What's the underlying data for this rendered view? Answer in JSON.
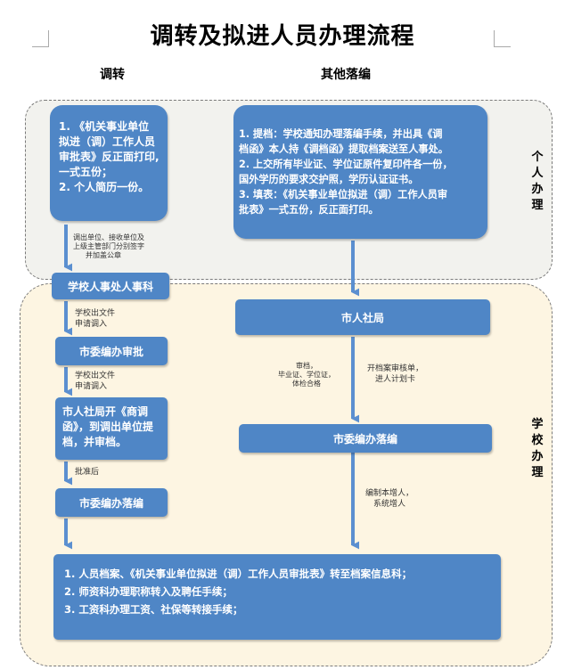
{
  "title": "调转及拟进人员办理流程",
  "columns": {
    "left": "调转",
    "right": "其他落编"
  },
  "regions": {
    "personal": "个人办理",
    "school": "学校办理"
  },
  "boxes": {
    "left_personal": [
      "1. 《机关事业单位",
      "拟进（调）工作人员",
      "审批表》反正面打印,",
      "一式五份；",
      "2. 个人简历一份。"
    ],
    "right_personal": [
      "1. 提档：学校通知办理落编手续，并出具《调",
      "档函》本人持《调档函》提取档案送至人事处。",
      "2. 上交所有毕业证、学位证原件复印件各一份，",
      "国外学历的要求交护照，学历认证证书。",
      "3. 填表：《机关事业单位拟进（调）工作人员审",
      "批表》一式五份，反正面打印。"
    ],
    "school_hr": "学校人事处人事科",
    "city_hr": "市人社局",
    "staffing_approval": "市委编办审批",
    "hr_letter": [
      "市人社局开《商调",
      "函》，到调出单位提",
      "档，并审档。"
    ],
    "staffing_left": "市委编办落编",
    "staffing_right": "市委编办落编",
    "bottom": [
      "1. 人员档案、《机关事业单位拟进（调）工作人员审批表》转至档案信息科；",
      "2. 师资科办理职称转入及聘任手续；",
      "3. 工资科办理工资、社保等转接手续；"
    ]
  },
  "notes": {
    "n1": [
      "调出单位、接收单位及",
      "上级主管部门分别签字",
      "并加盖公章"
    ],
    "n2": [
      "学校出文件",
      "申请调入"
    ],
    "n3": [
      "学校出文件",
      "申请调入"
    ],
    "n4": "批准后",
    "n5": [
      "审档，",
      "毕业证、学位证，",
      "体检合格"
    ],
    "n6": [
      "开档案审核单，",
      "进人计划卡"
    ],
    "n7": [
      "编制本增人，",
      "系统增人"
    ]
  },
  "colors": {
    "box": "#4f86c6",
    "arrow": "#5b8fd0",
    "personal_bg": "#f2f2ee",
    "school_bg": "#fdf5e2"
  }
}
